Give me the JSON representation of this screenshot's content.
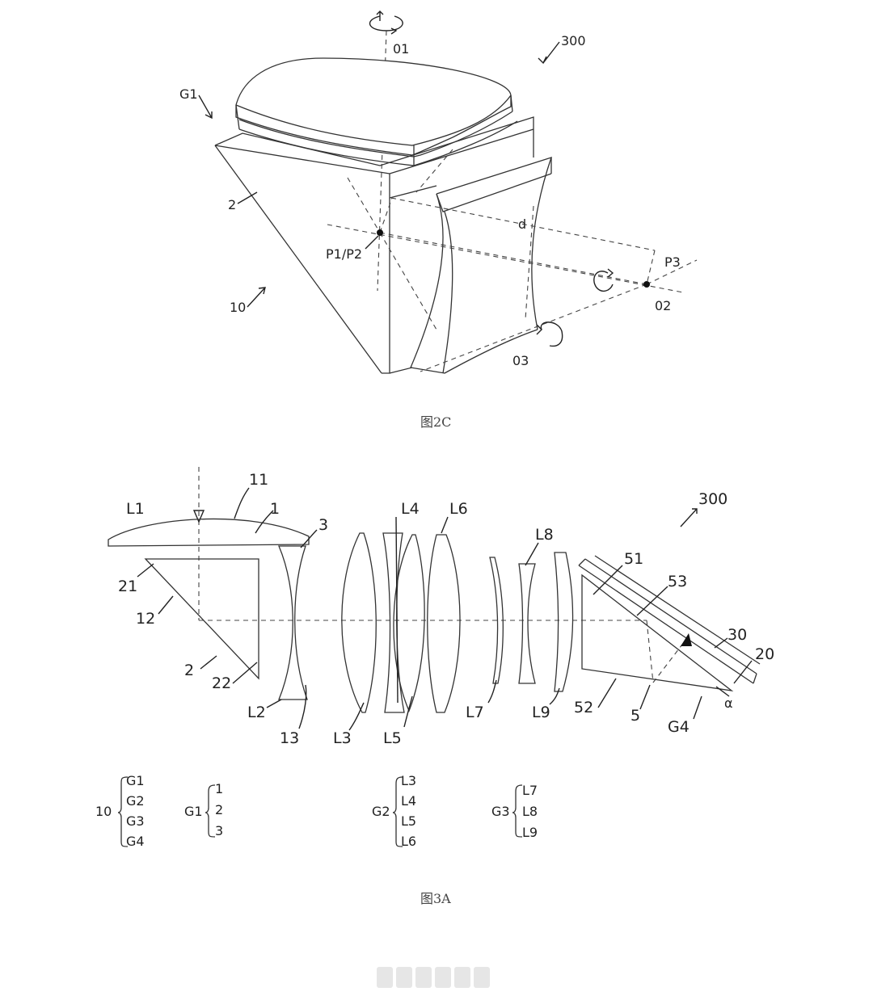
{
  "figure_2c": {
    "caption": "图2C",
    "labels": {
      "o1": "01",
      "ref300": "300",
      "g1": "G1",
      "two": "2",
      "p1p2": "P1/P2",
      "d": "d",
      "p3": "P3",
      "o2": "02",
      "ten": "10",
      "o3": "03"
    }
  },
  "figure_3a": {
    "caption": "图3A",
    "labels": {
      "l1": "L1",
      "n11": "11",
      "n1": "1",
      "n3": "3",
      "n21": "21",
      "n12": "12",
      "n2": "2",
      "n22": "22",
      "l2": "L2",
      "n13": "13",
      "l3": "L3",
      "l4": "L4",
      "l5": "L5",
      "l6": "L6",
      "l7": "L7",
      "l8": "L8",
      "l9": "L9",
      "ref300": "300",
      "n51": "51",
      "n53": "53",
      "n30": "30",
      "n20": "20",
      "n52": "52",
      "n5": "5",
      "g4": "G4",
      "alpha": "α"
    },
    "groups": {
      "g10": {
        "name": "10",
        "items": [
          "G1",
          "G2",
          "G3",
          "G4"
        ]
      },
      "gG1": {
        "name": "G1",
        "items": [
          "1",
          "2",
          "3"
        ]
      },
      "gG2": {
        "name": "G2",
        "items": [
          "L3",
          "L4",
          "L5",
          "L6"
        ]
      },
      "gG3": {
        "name": "G3",
        "items": [
          "L7",
          "L8",
          "L9"
        ]
      }
    }
  }
}
